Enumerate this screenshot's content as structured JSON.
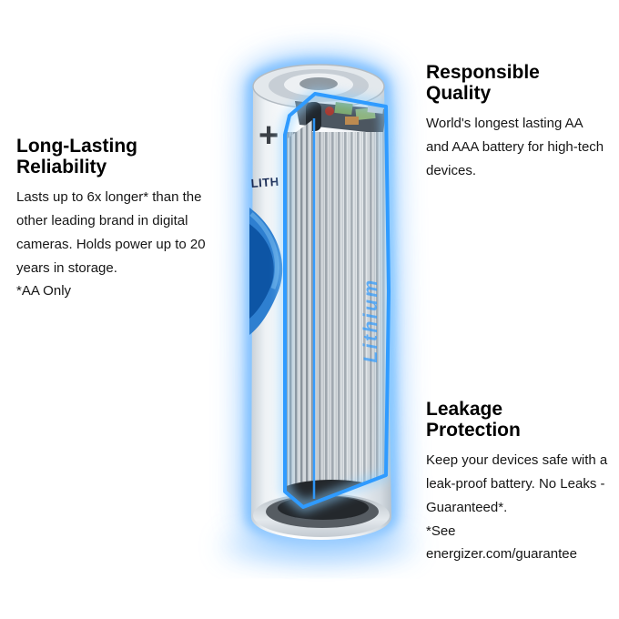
{
  "page": {
    "background": "#ffffff"
  },
  "features": {
    "reliability": {
      "title_line1": "Long-Lasting",
      "title_line2": "Reliability",
      "body": "Lasts up to 6x longer* than the other leading brand in digital cameras. Holds power up to 20 years in storage.",
      "footnote": "*AA Only"
    },
    "quality": {
      "title_line1": "Responsible",
      "title_line2": "Quality",
      "body": "World's longest lasting AA and AAA battery for high-tech devices."
    },
    "leakage": {
      "title_line1": "Leakage",
      "title_line2": "Protection",
      "body": "Keep your devices safe with a leak-proof battery. No Leaks - Guaranteed*.",
      "footnote_line1": "*See",
      "footnote_line2": "energizer.com/guarantee"
    }
  },
  "battery": {
    "positive_terminal_label": "+",
    "wrap_label_text": "LITH",
    "cutaway_vertical_label": "Lithium",
    "outline_color": "#2f9bff",
    "glow_color": "#9ccdff",
    "swoosh_color": "#2e7fd0"
  }
}
